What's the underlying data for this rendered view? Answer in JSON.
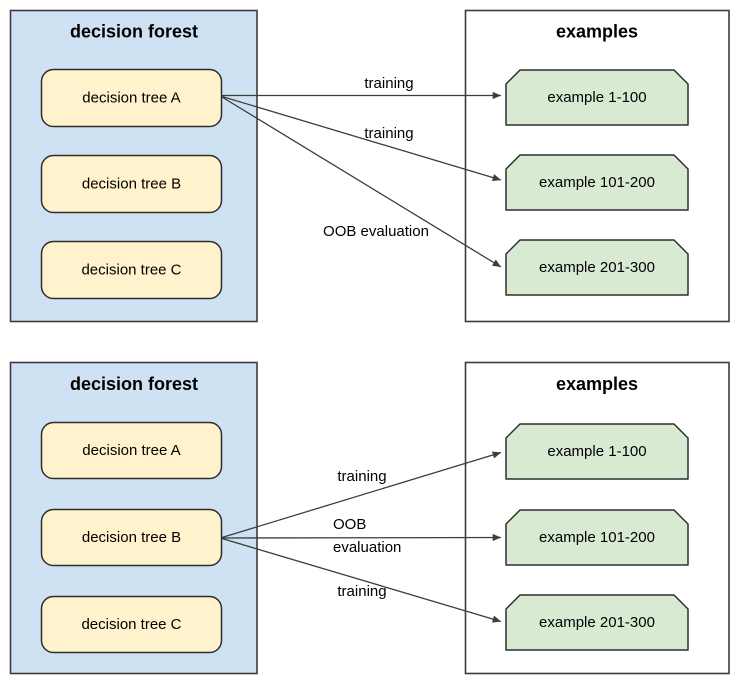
{
  "palette": {
    "forest_fill": "#cfe2f3",
    "tree_fill": "#fff2cc",
    "example_fill": "#d9ead3",
    "box_stroke": "#2e2e2e",
    "panel_stroke": "#3c3c3c",
    "arrow_color": "#3d3d3d",
    "text_color": "#000000",
    "background": "#ffffff"
  },
  "panels": [
    {
      "forest_title": "decision forest",
      "examples_title": "examples",
      "trees": [
        {
          "label": "decision tree A"
        },
        {
          "label": "decision tree B"
        },
        {
          "label": "decision tree C"
        }
      ],
      "examples": [
        {
          "label": "example 1-100"
        },
        {
          "label": "example 101-200"
        },
        {
          "label": "example 201-300"
        }
      ],
      "arrows": [
        {
          "from": "decision tree A",
          "to": "example 1-100",
          "label": "training"
        },
        {
          "from": "decision tree A",
          "to": "example 101-200",
          "label": "training"
        },
        {
          "from": "decision tree A",
          "to": "example 201-300",
          "label": "OOB evaluation"
        }
      ]
    },
    {
      "forest_title": "decision forest",
      "examples_title": "examples",
      "trees": [
        {
          "label": "decision tree A"
        },
        {
          "label": "decision tree B"
        },
        {
          "label": "decision tree C"
        }
      ],
      "examples": [
        {
          "label": "example 1-100"
        },
        {
          "label": "example 101-200"
        },
        {
          "label": "example 201-300"
        }
      ],
      "arrows": [
        {
          "from": "decision tree B",
          "to": "example 1-100",
          "label": "training"
        },
        {
          "from": "decision tree B",
          "to": "example 101-200",
          "label": "OOB",
          "label_line2": "evaluation"
        },
        {
          "from": "decision tree B",
          "to": "example 201-300",
          "label": "training"
        }
      ]
    }
  ]
}
